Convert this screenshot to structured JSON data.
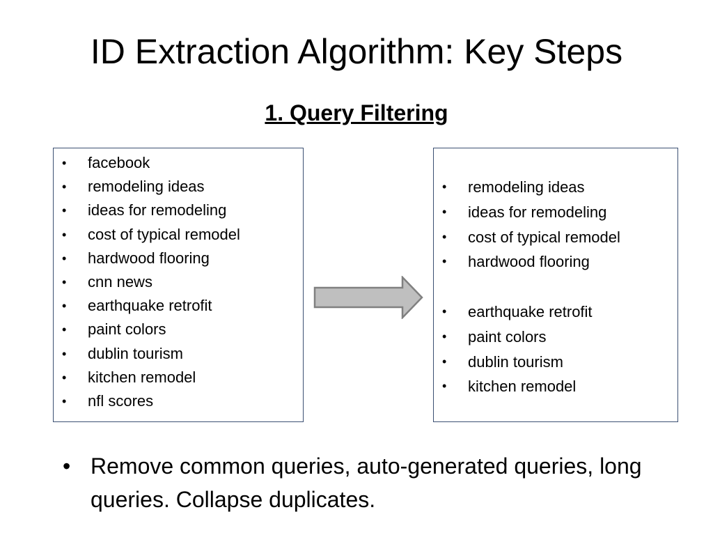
{
  "slide": {
    "title": "ID Extraction Algorithm: Key Steps",
    "subtitle": "1. Query Filtering"
  },
  "left_box": {
    "items": [
      "facebook",
      "remodeling ideas",
      "ideas for remodeling",
      "cost of typical remodel",
      "hardwood flooring",
      "cnn news",
      "earthquake retrofit",
      "paint colors",
      "dublin tourism",
      "kitchen remodel",
      "nfl scores"
    ]
  },
  "right_box": {
    "items": [
      "remodeling ideas",
      "ideas for remodeling",
      "cost of typical remodel",
      "hardwood flooring",
      "earthquake retrofit",
      "paint colors",
      "dublin tourism",
      "kitchen remodel"
    ]
  },
  "bottom": {
    "text": "Remove common queries, auto-generated queries, long queries. Collapse duplicates."
  },
  "icons": {
    "arrow": "right-arrow-icon",
    "bullet": "•"
  },
  "colors": {
    "box_border": "#3b4f72",
    "arrow_fill": "#bfbfbf",
    "arrow_stroke": "#808080"
  }
}
